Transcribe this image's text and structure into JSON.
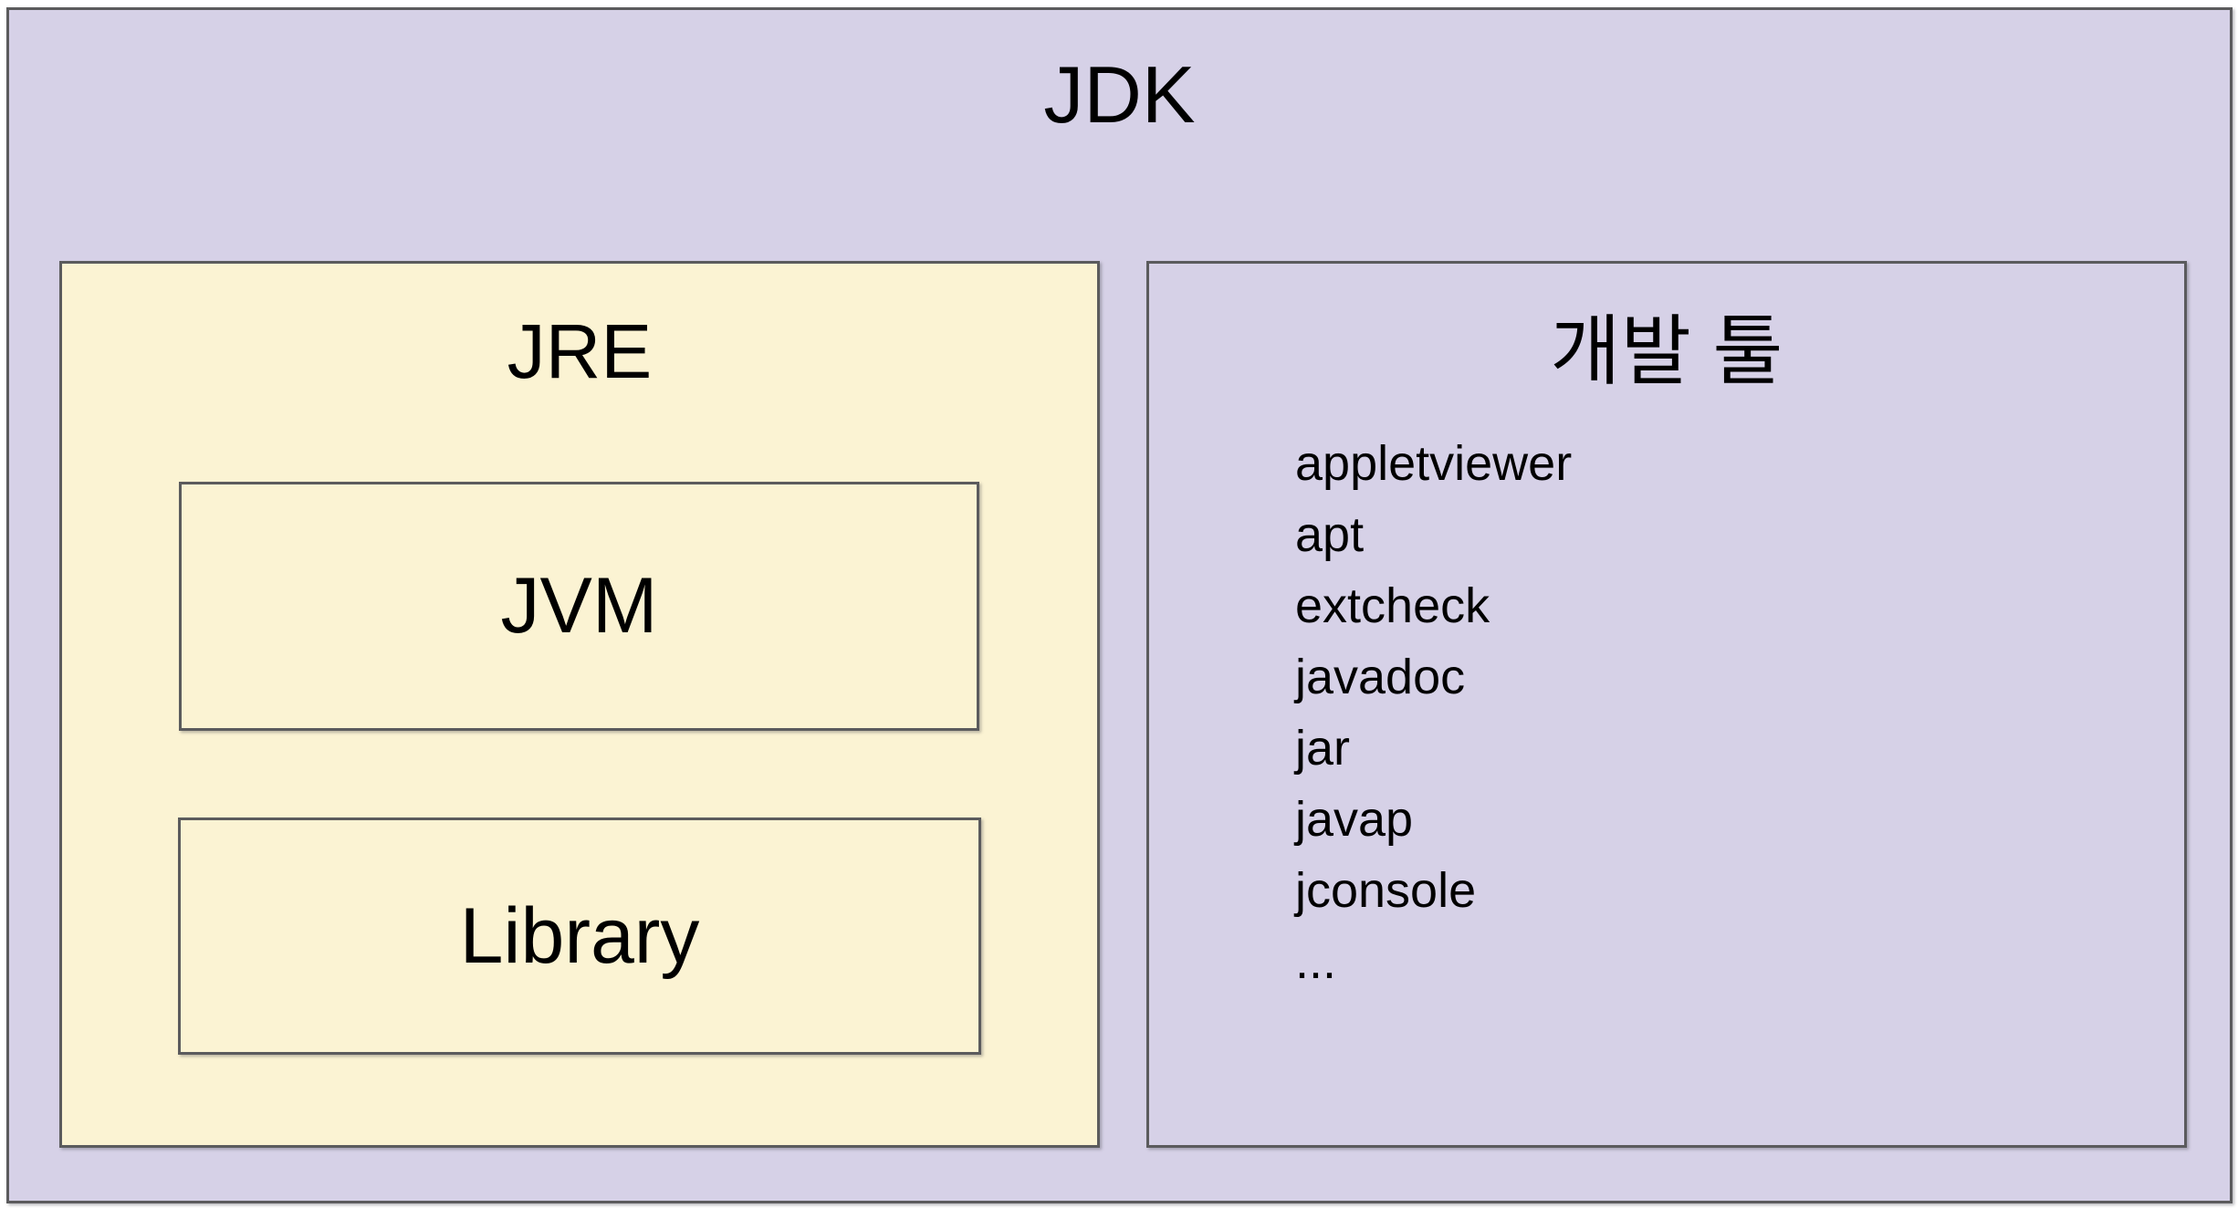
{
  "diagram": {
    "title": "JDK"
  },
  "jre": {
    "title": "JRE",
    "jvm_label": "JVM",
    "library_label": "Library"
  },
  "devtools": {
    "title": "개발 툴",
    "items": [
      "appletviewer",
      "apt",
      "extcheck",
      "javadoc",
      "jar",
      "javap",
      "jconsole",
      "..."
    ]
  },
  "colors": {
    "outer_bg": "#d6d1e7",
    "jre_bg": "#fbf3d3",
    "devtools_bg": "#d6d1e7",
    "border": "#5b5b5d",
    "text": "#000000",
    "page_bg": "#ffffff"
  }
}
